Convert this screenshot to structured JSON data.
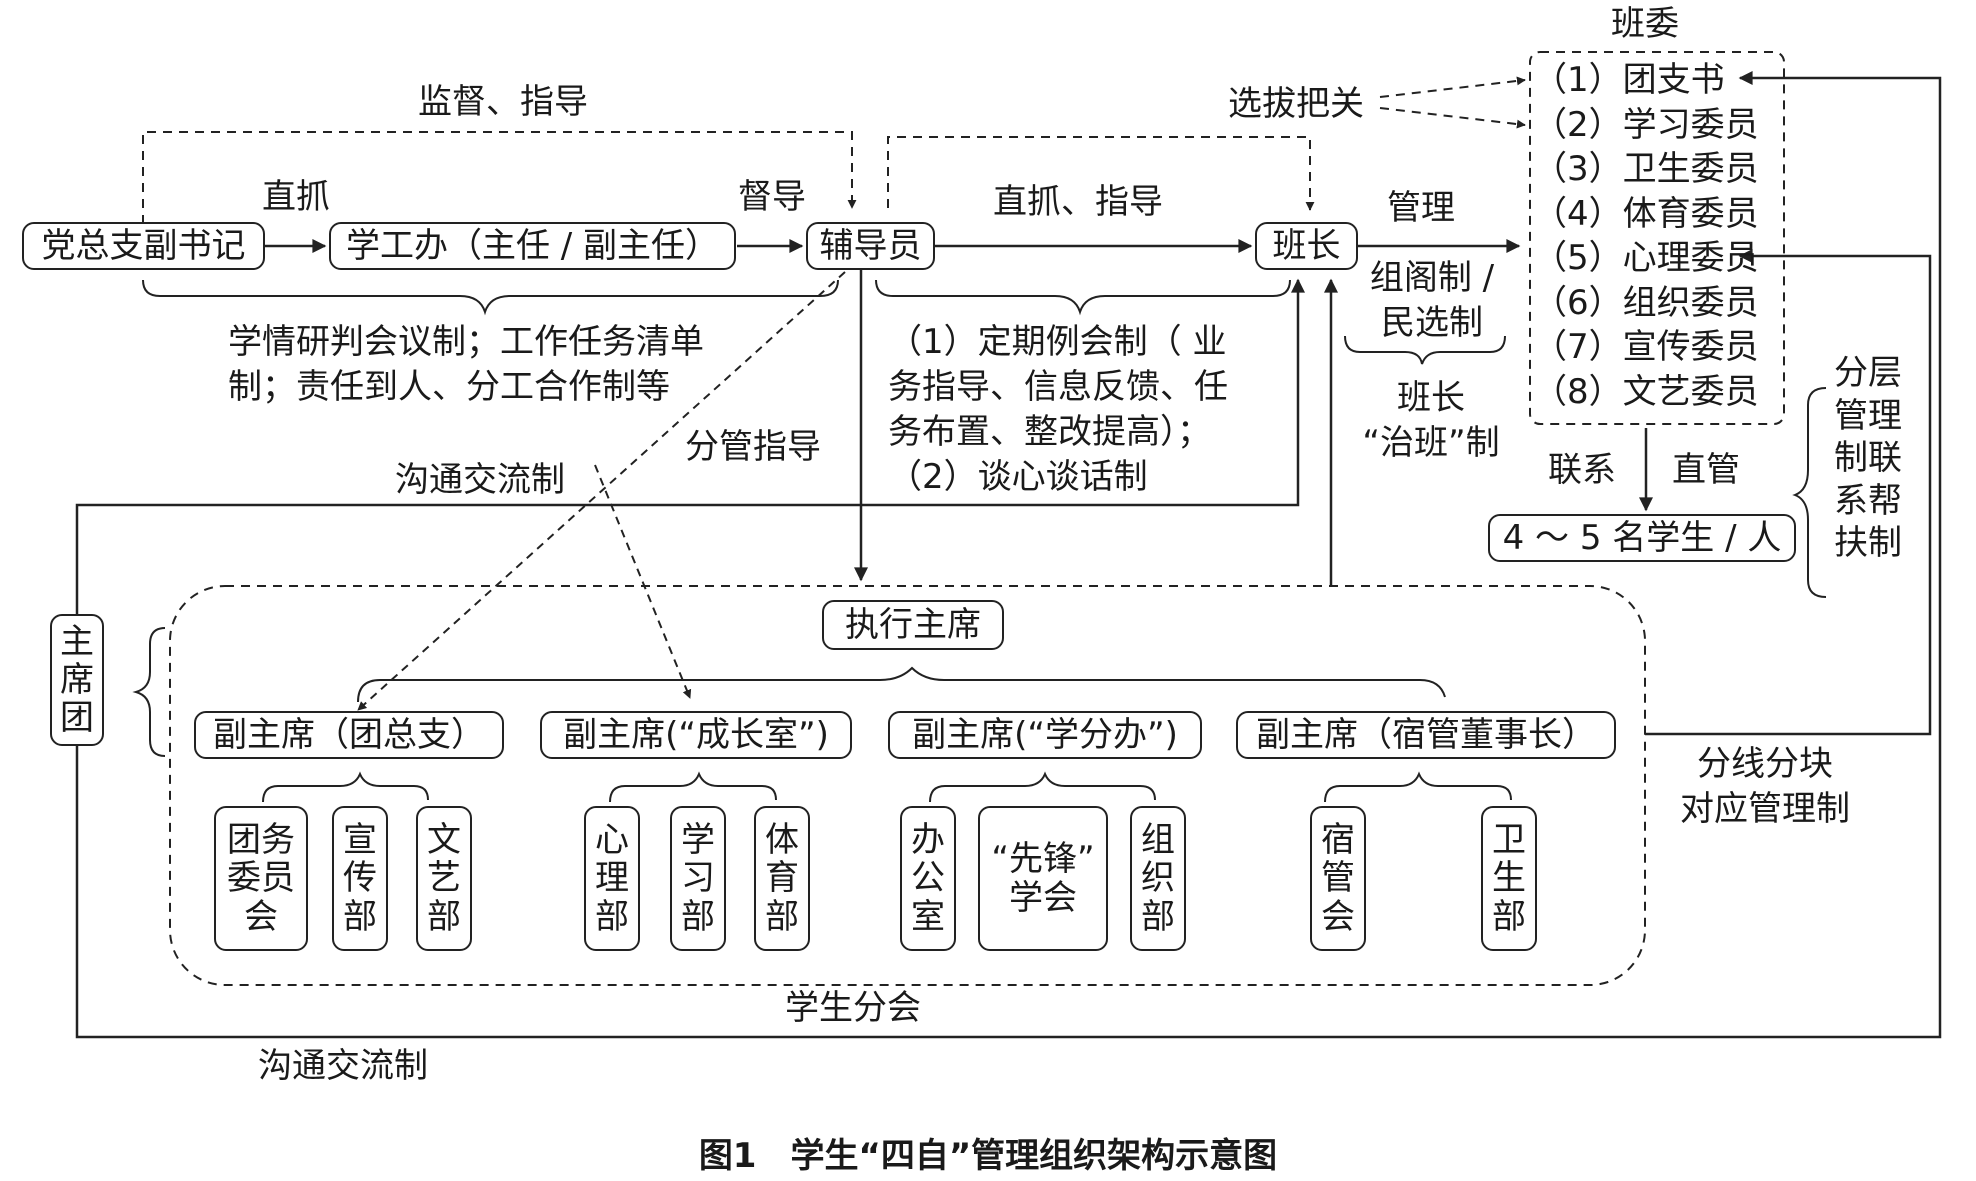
{
  "nodes": {
    "party_deputy_secretary": "党总支副书记",
    "student_affairs_office": "学工办（主任 / 副主任）",
    "counselor": "辅导员",
    "monitor": "班长",
    "executive_chair": "执行主席",
    "presidium": "主\n席\n团",
    "ratio": "4 ～ 5 名学生 / 人"
  },
  "class_committee": {
    "title": "班委",
    "members": [
      "（1）团支书",
      "（2）学习委员",
      "（3）卫生委员",
      "（4）体育委员",
      "（5）心理委员",
      "（6）组织委员",
      "（7）宣传委员",
      "（8）文艺委员"
    ]
  },
  "vice_chairs": [
    {
      "label": "副主席（团总支）",
      "departments": [
        "团务\n委员\n会",
        "宣\n传\n部",
        "文\n艺\n部"
      ]
    },
    {
      "label": "副主席(“成长室”)",
      "departments": [
        "心\n理\n部",
        "学\n习\n部",
        "体\n育\n部"
      ]
    },
    {
      "label": "副主席(“学分办”)",
      "departments": [
        "办\n公\n室",
        "“先锋”\n学会",
        "组\n织\n部"
      ]
    },
    {
      "label": "副主席（宿管董事长）",
      "departments": [
        "宿\n管\n会",
        "卫\n生\n部"
      ]
    }
  ],
  "edge_labels": {
    "supervise_guide": "监督、指导",
    "direct_grasp": "直抓",
    "supervise": "督导",
    "direct_grasp_guide": "直抓、指导",
    "manage": "管理",
    "select_check": "选拔把关",
    "cabinet_election": "组阁制 /\n民选制",
    "monitor_system": "班长\n“治班”制",
    "office_mechanisms": "学情研判会议制；工作任务清单\n制；责任到人、分工合作制等",
    "counselor_mechanisms": "（1）定期例会制（ 业\n务指导、信息反馈、任\n务布置、整改提高）；\n（2）谈心谈话制",
    "division_guidance": "分管指导",
    "communication_inner": "沟通交流制",
    "communication_outer": "沟通交流制",
    "contact": "联系",
    "direct_manage": "直管",
    "tiered_management": "分层\n管理\n制联\n系帮\n扶制",
    "line_block_management": "分线分块\n对应管理制",
    "student_branch": "学生分会"
  },
  "caption": "图1　学生“四自”管理组织架构示意图"
}
